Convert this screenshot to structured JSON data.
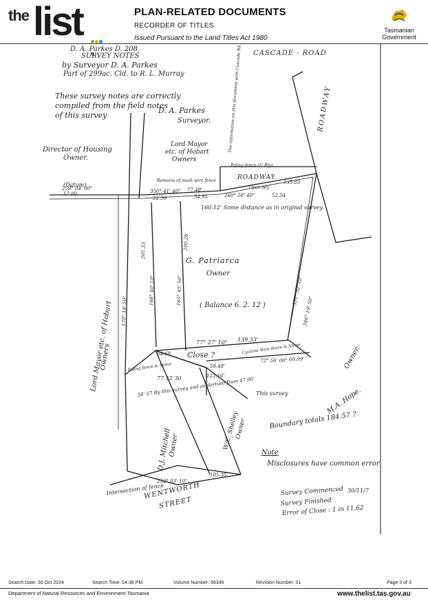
{
  "header": {
    "logo_the": "the",
    "logo_list": "list",
    "title": "PLAN-RELATED DOCUMENTS",
    "subtitle": "RECORDER OF TITLES",
    "issued": "Issued Pursuant to the Land Titles Act 1980",
    "gov_line1": "Tasmanian",
    "gov_line2": "Government",
    "logo_dot_colors": [
      "#7ab648",
      "#f2a900",
      "#00a3e0",
      "#8e6bb1"
    ]
  },
  "survey": {
    "ref": "D. A. Parkes   D. 208",
    "heading": "SURVEY  NOTES",
    "by_line": "by  Surveyor  D. A. Parkes",
    "part_line": "Part of 299ac. Cld. to R. L. Murray",
    "cert_1": "These survey notes are correctly",
    "cert_2": "compiled from the field notes",
    "cert_3": "of this survey",
    "signature": "D. A. Parkes",
    "surveyor": "Surveyor.",
    "cascade_road": "CASCADE - ROAD",
    "roadway_vert": "ROADWAY",
    "roadway": "ROADWAY.",
    "director": "Director of Housing",
    "director_owner": "Owner.",
    "lord_mayor_top_1": "Lord Mayor",
    "lord_mayor_top_2": "etc. of Hobart",
    "lord_mayor_top_3": "Owners",
    "patriarca": "G.  Patriarca",
    "patriarca_owner": "Owner",
    "balance": "( Balance 6. 2. 12 )",
    "lord_mayor_side": "Lord Mayor etc. of Hobart",
    "lord_mayor_side_owners": "Owners",
    "close_q": "Close ?",
    "mitchell": "D.J. Mitchell",
    "mitchell_owner": "Owner",
    "shelley": "W/C. Shelley",
    "shelley_owner": "Owner",
    "hope": "M.A. Hope.",
    "hope_owner": "Owner.",
    "wentworth": "WENTWORTH",
    "street": "STREET",
    "intersection": "Intersection of fence",
    "boundary_totals": "Boundary totals 184.57 ?",
    "note_head": "Note",
    "note_text": "Misclosures have common error",
    "survey_commenced": "Survey Commenced",
    "survey_finished": "Survey Finished",
    "commenced_date": "30/11/7",
    "error_close": "Error of Close : 1 in 11,62",
    "this_survey": "This survey",
    "datum": "(Datum)",
    "bearing_datum": "259° 04' 00\"",
    "b_1": "356° 41' 40\"",
    "b_2": "77.48'",
    "b_3": "260° 58' 40\"",
    "b_4": "160.12' Some distance as in original survey.",
    "b_5": "77° 27' 10\"",
    "b_6": "139.33'",
    "b_7": "72° 56' 00\"",
    "b_8": "60.09'",
    "b_9": "64.68",
    "b_10": "77 52 30",
    "b_11": "58.48'",
    "b_12": "105.35'",
    "b_13": "252° 03' 10\"",
    "b_14": "351° 32' 10\"",
    "b_15": "346° 19' 50\"",
    "b_16": "201.33",
    "b_17": "200.26",
    "b_18": "166° 40' 10\"",
    "b_19": "165° 45' 50\"",
    "b_20": "123.16'",
    "b_21": "57.00",
    "b_22": "52.50",
    "b_23": "54.95",
    "b_24": "52.54",
    "b_25": "135.03",
    "b_26": "170° 18' 50\"",
    "b_27": "58' 57 By this survey and as derived from 47.00",
    "b_28": "Paling fence & Stone",
    "b_29": "Cyclone Wire fence & Stone",
    "b_30": "Remains of mesh wire fence",
    "b_31": "Paling fence (5' Rly)",
    "b_32": "Open bdy",
    "b_33": "The information on this document with Cascade Rd. not recorded on ground"
  },
  "footer": {
    "search_date": "Search Date: 30 Oct 2024",
    "search_time": "Search Time: 04:38 PM",
    "volume": "Volume Number: 66346",
    "revision": "Revision Number: 01",
    "page": "Page 3 of  3",
    "department": "Department of Natural Resources and Environment Tasmania",
    "website": "www.thelist.tas.gov.au"
  }
}
